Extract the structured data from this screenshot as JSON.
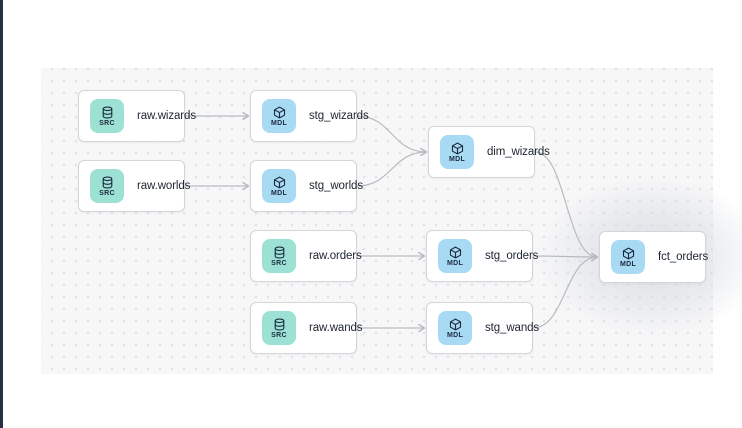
{
  "app": {
    "view": "lineage-graph"
  },
  "colors": {
    "canvas_bg": "#f7f7f8",
    "canvas_dot": "#e1e3e7",
    "node_bg": "#ffffff",
    "node_border": "#d2d5da",
    "edge": "#b7bbc1",
    "src_badge_bg": "#9de1d4",
    "mdl_badge_bg": "#a9daf4",
    "badge_ink": "#1b2a3d",
    "label_ink": "#1d2530",
    "left_strip": "#273043"
  },
  "badges": {
    "src": {
      "label": "SRC",
      "icon": "database-icon"
    },
    "mdl": {
      "label": "MDL",
      "icon": "cube-icon"
    }
  },
  "nodes": [
    {
      "id": "raw_wizards",
      "label": "raw.wizards",
      "kind": "src"
    },
    {
      "id": "stg_wizards",
      "label": "stg_wizards",
      "kind": "mdl"
    },
    {
      "id": "raw_worlds",
      "label": "raw.worlds",
      "kind": "src"
    },
    {
      "id": "stg_worlds",
      "label": "stg_worlds",
      "kind": "mdl"
    },
    {
      "id": "dim_wizards",
      "label": "dim_wizards",
      "kind": "mdl"
    },
    {
      "id": "raw_orders",
      "label": "raw.orders",
      "kind": "src"
    },
    {
      "id": "stg_orders",
      "label": "stg_orders",
      "kind": "mdl"
    },
    {
      "id": "raw_wands",
      "label": "raw.wands",
      "kind": "src"
    },
    {
      "id": "stg_wands",
      "label": "stg_wands",
      "kind": "mdl"
    },
    {
      "id": "fct_orders",
      "label": "fct_orders",
      "kind": "mdl",
      "highlighted": true
    }
  ],
  "edges": [
    {
      "from": "raw_wizards",
      "to": "stg_wizards"
    },
    {
      "from": "raw_worlds",
      "to": "stg_worlds"
    },
    {
      "from": "stg_wizards",
      "to": "dim_wizards"
    },
    {
      "from": "stg_worlds",
      "to": "dim_wizards"
    },
    {
      "from": "raw_orders",
      "to": "stg_orders"
    },
    {
      "from": "raw_wands",
      "to": "stg_wands"
    },
    {
      "from": "dim_wizards",
      "to": "fct_orders"
    },
    {
      "from": "stg_orders",
      "to": "fct_orders"
    },
    {
      "from": "stg_wands",
      "to": "fct_orders"
    }
  ]
}
